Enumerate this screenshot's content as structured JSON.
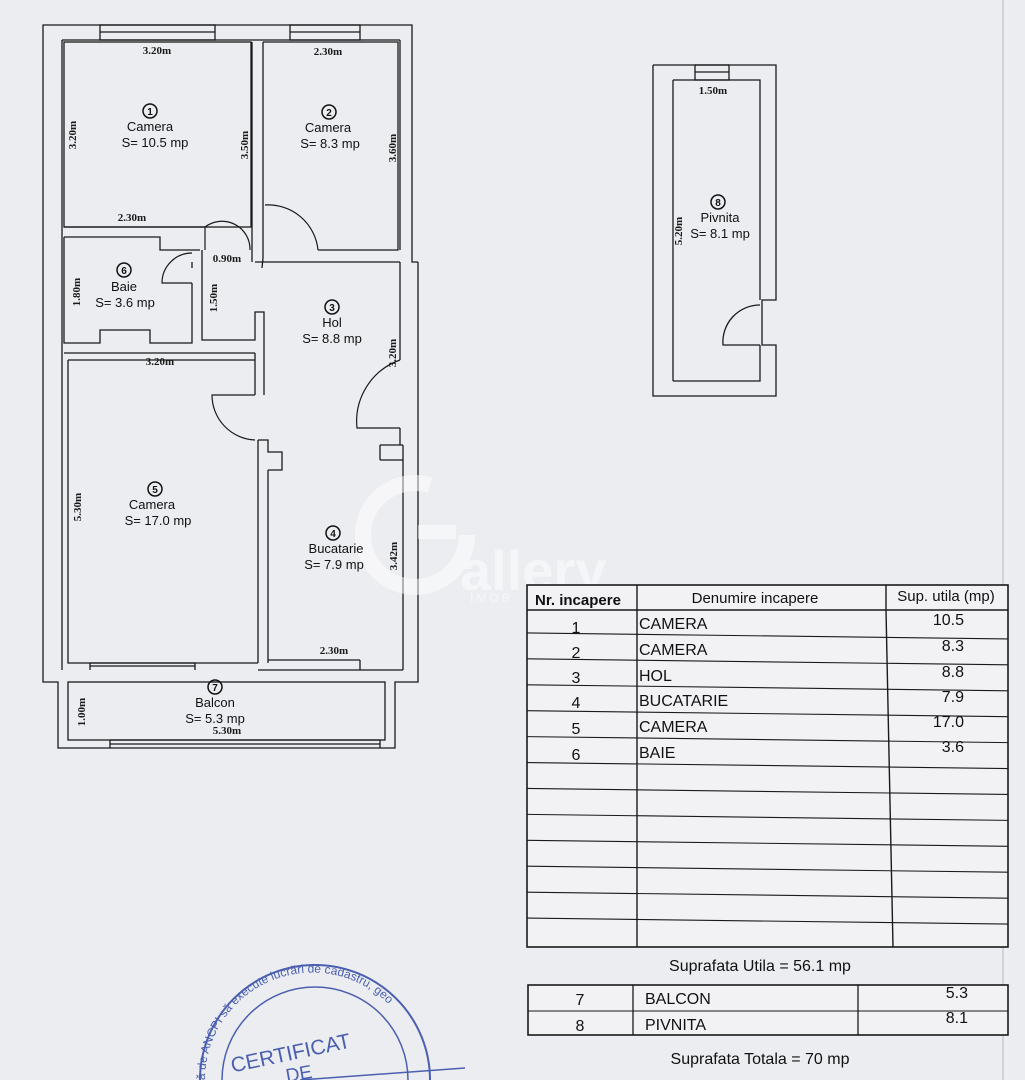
{
  "plan": {
    "rooms": [
      {
        "num": "1",
        "name": "Camera",
        "area": "S= 10.5 mp"
      },
      {
        "num": "2",
        "name": "Camera",
        "area": "S= 8.3 mp"
      },
      {
        "num": "3",
        "name": "Hol",
        "area": "S= 8.8 mp"
      },
      {
        "num": "4",
        "name": "Bucatarie",
        "area": "S= 7.9 mp"
      },
      {
        "num": "5",
        "name": "Camera",
        "area": "S= 17.0 mp"
      },
      {
        "num": "6",
        "name": "Baie",
        "area": "S= 3.6 mp"
      },
      {
        "num": "7",
        "name": "Balcon",
        "area": "S= 5.3 mp"
      },
      {
        "num": "8",
        "name": "Pivnita",
        "area": "S= 8.1 mp"
      }
    ],
    "dimensions": {
      "r1_top": "3.20m",
      "r1_left": "3.20m",
      "r1_right": "3.50m",
      "r1_bottom": "2.30m",
      "r2_top": "2.30m",
      "r2_right": "3.60m",
      "door_090": "0.90m",
      "r6_left": "1.80m",
      "r6_right": "1.50m",
      "r3_right": "3.20m",
      "r5_top": "3.20m",
      "r5_left": "5.30m",
      "r4_right": "3.42m",
      "r4_bottom": "2.30m",
      "r7_left": "1.00m",
      "r7_bottom": "5.30m",
      "r8_top": "1.50m",
      "r8_left": "5.20m"
    }
  },
  "watermark": {
    "letter": "G",
    "word": "allery",
    "sub": "IMOB"
  },
  "table": {
    "headers": [
      "Nr. incapere",
      "Denumire incapere",
      "Sup. utila (mp)"
    ],
    "rows": [
      {
        "nr": "1",
        "name": "CAMERA",
        "area": "10.5"
      },
      {
        "nr": "2",
        "name": "CAMERA",
        "area": "8.3"
      },
      {
        "nr": "3",
        "name": "HOL",
        "area": "8.8"
      },
      {
        "nr": "4",
        "name": "BUCATARIE",
        "area": "7.9"
      },
      {
        "nr": "5",
        "name": "CAMERA",
        "area": "17.0"
      },
      {
        "nr": "6",
        "name": "BAIE",
        "area": "3.6"
      }
    ],
    "empty_rows": 7,
    "utila_total": "Suprafata Utila = 56.1 mp",
    "extra_rows": [
      {
        "nr": "7",
        "name": "BALCON",
        "area": "5.3"
      },
      {
        "nr": "8",
        "name": "PIVNITA",
        "area": "8.1"
      }
    ],
    "total": "Suprafata Totala = 70 mp"
  },
  "stamp": {
    "arc_text": "ă de ANCPI să execute lucrări de cadastru, geo",
    "line1": "CERTIFICAT",
    "line2": "DE"
  },
  "colors": {
    "ink": "#1a1a1a",
    "stamp": "#4a5fb0",
    "paper": "#ecedf0"
  }
}
